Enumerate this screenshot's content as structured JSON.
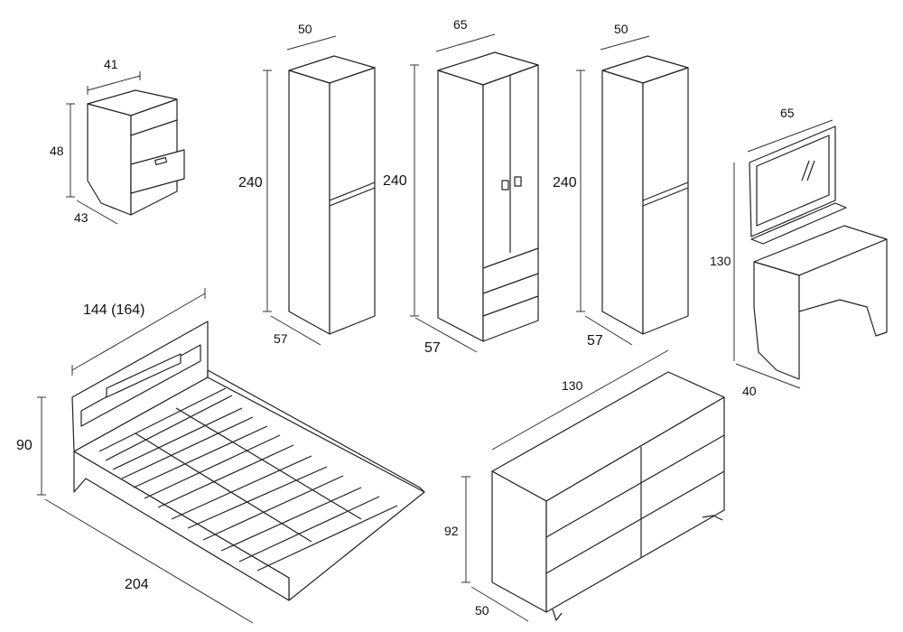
{
  "nightstand": {
    "width": "41",
    "height": "48",
    "depth": "43"
  },
  "tall_cabinet_left": {
    "width": "50",
    "height": "240",
    "depth": "57"
  },
  "wardrobe": {
    "width": "65",
    "height": "240",
    "depth": "57"
  },
  "tall_cabinet_right": {
    "width": "50",
    "height": "240",
    "depth": "57"
  },
  "vanity": {
    "width": "65",
    "height": "130",
    "depth": "40"
  },
  "bed": {
    "width": "144 (164)",
    "height": "90",
    "length": "204"
  },
  "dresser": {
    "width": "130",
    "height": "92",
    "depth": "50"
  }
}
